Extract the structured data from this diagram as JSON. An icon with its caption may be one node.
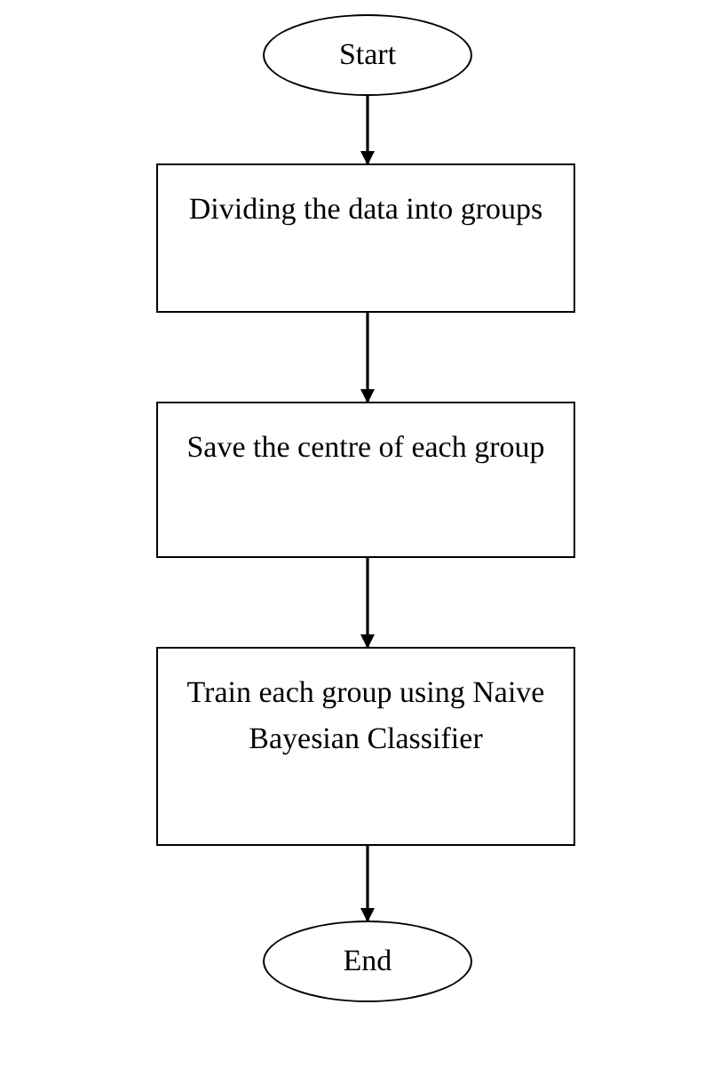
{
  "diagram": {
    "nodes": [
      {
        "text": [
          "Start"
        ]
      },
      {
        "text": [
          "Dividing the data into groups"
        ]
      },
      {
        "text": [
          "Save the centre of each group"
        ]
      },
      {
        "text": [
          "Train each group using Naive Bayesian Classifier"
        ]
      },
      {
        "text": [
          "End"
        ]
      }
    ],
    "edges": [
      {
        "from": 0,
        "to": 1,
        "arrow": "to"
      },
      {
        "from": 1,
        "to": 2,
        "arrow": "to"
      },
      {
        "from": 2,
        "to": 3,
        "arrow": "to"
      },
      {
        "from": 3,
        "to": 4,
        "arrow": "to"
      }
    ]
  }
}
